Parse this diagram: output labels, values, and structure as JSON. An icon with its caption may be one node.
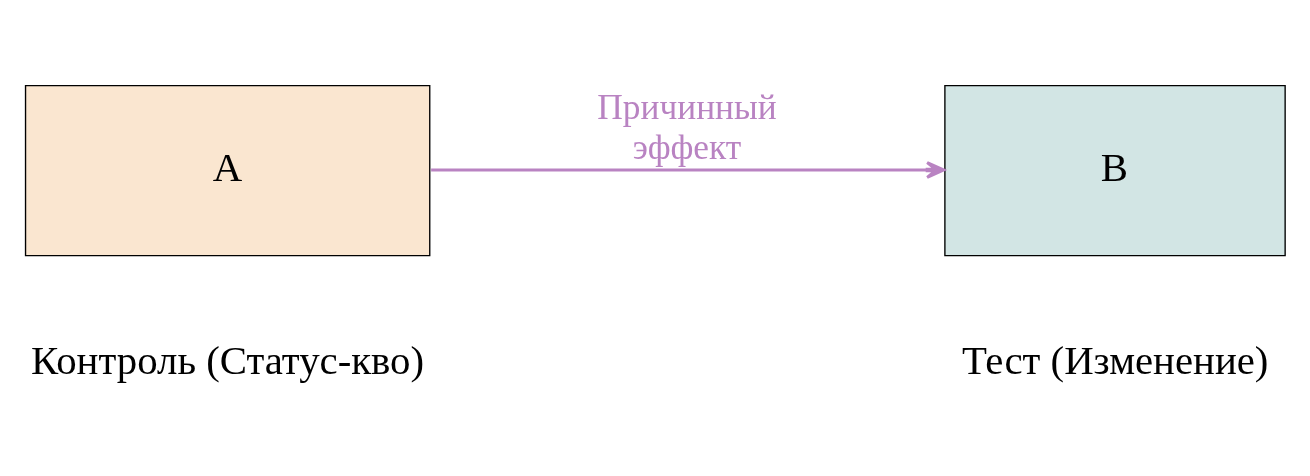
{
  "diagram": {
    "nodes": [
      {
        "text": [
          "A"
        ],
        "beside": [
          "Контроль (Статус-кво)"
        ]
      },
      {
        "text": [
          "B"
        ],
        "beside": [
          "Тест (Изменение)"
        ]
      }
    ],
    "edges": [
      {
        "from": 0,
        "to": 1,
        "arrow": "to",
        "label": "Причинный эффект",
        "color": "#b983c2"
      }
    ]
  }
}
